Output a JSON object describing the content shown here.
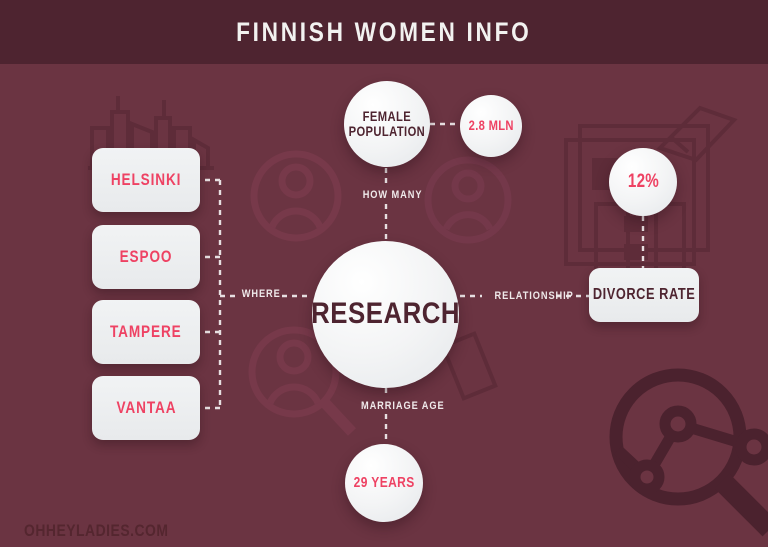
{
  "header": {
    "title": "FINNISH WOMEN INFO",
    "background_color": "#4e2430",
    "text_color": "#f2f2f0"
  },
  "theme": {
    "body_background": "#6b3442",
    "accent_pink": "#ee4263",
    "dark_maroon": "#4e2430",
    "bubble_white": "#eff1f3",
    "decor_dark": "#5c2c38",
    "decor_light": "#74394a",
    "connector_color": "#e7dfe1"
  },
  "center": {
    "label": "RESEARCH"
  },
  "where_branch": {
    "edge_label": "WHERE",
    "cities": [
      {
        "label": "HELSINKI"
      },
      {
        "label": "ESPOO"
      },
      {
        "label": "TAMPERE"
      },
      {
        "label": "VANTAA"
      }
    ]
  },
  "population_branch": {
    "edge_label": "HOW MANY",
    "node_label": "FEMALE POPULATION",
    "node_label_line1": "FEMALE",
    "node_label_line2": "POPULATION",
    "value": "2.8 MLN"
  },
  "relationship_branch": {
    "edge_label": "RELATIONSHIP",
    "node_label": "DIVORCE RATE",
    "value": "12%"
  },
  "marriage_branch": {
    "edge_label": "MARRIAGE AGE",
    "value": "29 YEARS"
  },
  "footer": {
    "watermark": "OHHEYLADIES.COM"
  },
  "decorations": [
    {
      "name": "city-skyline-icon"
    },
    {
      "name": "user-avatar-icon"
    },
    {
      "name": "user-avatar-icon"
    },
    {
      "name": "user-magnifier-icon"
    },
    {
      "name": "newspaper-icon"
    },
    {
      "name": "pen-icon"
    },
    {
      "name": "magnifier-network-chart-icon"
    },
    {
      "name": "document-icon"
    }
  ]
}
